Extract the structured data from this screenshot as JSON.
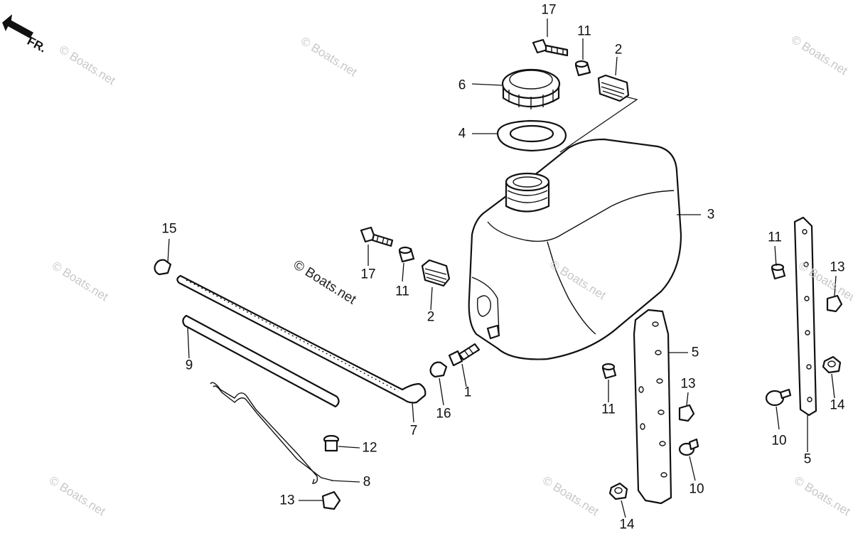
{
  "direction_label": "FR.",
  "watermark": "© Boats.net",
  "callouts": {
    "c1": "1",
    "c2a": "2",
    "c2b": "2",
    "c3": "3",
    "c4": "4",
    "c5a": "5",
    "c5b": "5",
    "c6": "6",
    "c7": "7",
    "c8": "8",
    "c9": "9",
    "c10a": "10",
    "c10b": "10",
    "c11a": "11",
    "c11b": "11",
    "c11c": "11",
    "c11d": "11",
    "c12": "12",
    "c13a": "13",
    "c13b": "13",
    "c13c": "13",
    "c14a": "14",
    "c14b": "14",
    "c15": "15",
    "c16": "16",
    "c17a": "17",
    "c17b": "17"
  }
}
